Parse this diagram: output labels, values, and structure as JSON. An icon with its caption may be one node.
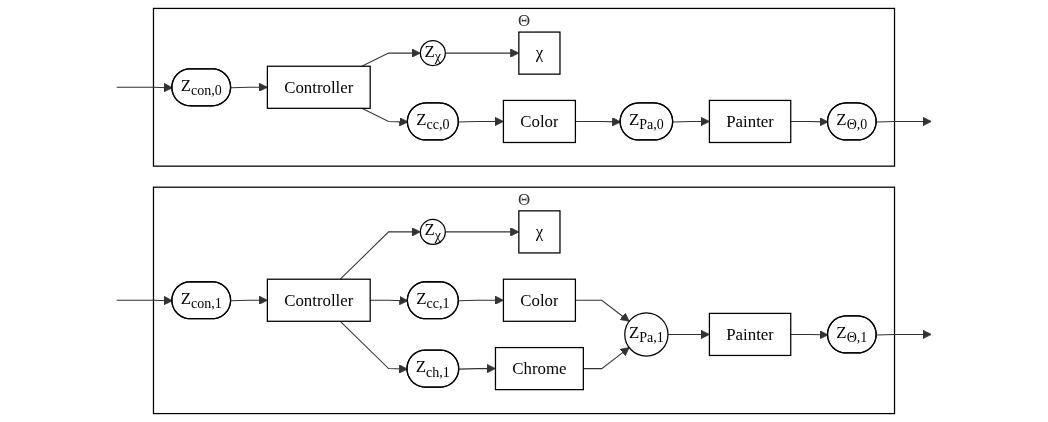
{
  "diagram": {
    "nodes": [
      {
        "text": [
          "Θ"
        ]
      },
      {
        "text": [
          "Z$_{χ}$"
        ],
        "in": 0
      },
      {
        "text": [
          "χ"
        ],
        "in": 0
      },
      {
        "text": [
          "Z$_{con,0}$"
        ],
        "in": 0
      },
      {
        "text": [
          "Controller"
        ],
        "in": 0
      },
      {
        "text": [
          "Z$_{cc,0}$"
        ],
        "in": 0
      },
      {
        "text": [
          "Color"
        ],
        "in": 0
      },
      {
        "text": [
          "Z$_{Pa,0}$"
        ],
        "in": 0
      },
      {
        "text": [
          "Painter"
        ],
        "in": 0
      },
      {
        "text": [
          "Z$_{Θ,0}$"
        ],
        "in": 0
      },
      {
        "text": [
          "Θ"
        ]
      },
      {
        "text": [
          "Z$_{χ}$"
        ],
        "in": 10
      },
      {
        "text": [
          "χ"
        ],
        "in": 10
      },
      {
        "text": [
          "Z$_{con,1}$"
        ],
        "in": 10
      },
      {
        "text": [
          "Controller"
        ],
        "in": 10
      },
      {
        "text": [
          "Z$_{cc,1}$"
        ],
        "in": 10
      },
      {
        "text": [
          "Color"
        ],
        "in": 10
      },
      {
        "text": [
          "Z$_{ch,1}$"
        ],
        "in": 10
      },
      {
        "text": [
          "Chrome"
        ],
        "in": 10
      },
      {
        "text": [
          "Z$_{Pa,1}$"
        ],
        "in": 10
      },
      {
        "text": [
          "Painter"
        ],
        "in": 10
      },
      {
        "text": [
          "Z$_{Θ,1}$"
        ],
        "in": 10
      }
    ],
    "edges": [
      {
        "from": null,
        "to": 3,
        "arrow": "to"
      },
      {
        "from": 3,
        "to": 4,
        "arrow": "to"
      },
      {
        "from": 4,
        "to": 1,
        "arrow": "to"
      },
      {
        "from": 1,
        "to": 2,
        "arrow": "to"
      },
      {
        "from": 4,
        "to": 5,
        "arrow": "to"
      },
      {
        "from": 5,
        "to": 6,
        "arrow": "to"
      },
      {
        "from": 6,
        "to": 7,
        "arrow": "to"
      },
      {
        "from": 7,
        "to": 8,
        "arrow": "to"
      },
      {
        "from": 8,
        "to": 9,
        "arrow": "to"
      },
      {
        "from": 9,
        "to": null,
        "arrow": "to"
      },
      {
        "from": null,
        "to": 13,
        "arrow": "to"
      },
      {
        "from": 13,
        "to": 14,
        "arrow": "to"
      },
      {
        "from": 14,
        "to": 11,
        "arrow": "to"
      },
      {
        "from": 11,
        "to": 12,
        "arrow": "to"
      },
      {
        "from": 14,
        "to": 15,
        "arrow": "to"
      },
      {
        "from": 14,
        "to": 17,
        "arrow": "to"
      },
      {
        "from": 15,
        "to": 16,
        "arrow": "to"
      },
      {
        "from": 17,
        "to": 18,
        "arrow": "to"
      },
      {
        "from": 16,
        "to": 19,
        "arrow": "to"
      },
      {
        "from": 18,
        "to": 19,
        "arrow": "to"
      },
      {
        "from": 19,
        "to": 20,
        "arrow": "to"
      },
      {
        "from": 20,
        "to": 21,
        "arrow": "to"
      },
      {
        "from": 21,
        "to": null,
        "arrow": "to"
      }
    ]
  }
}
